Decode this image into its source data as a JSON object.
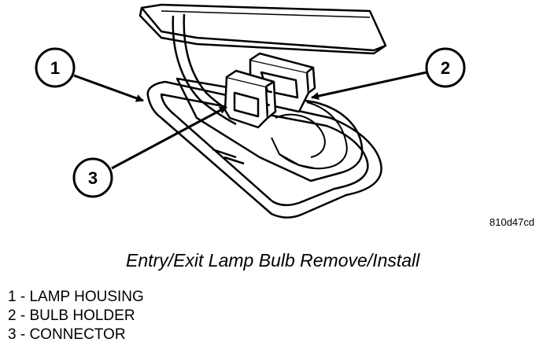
{
  "callouts": [
    {
      "number": "1"
    },
    {
      "number": "2"
    },
    {
      "number": "3"
    }
  ],
  "figure_id": "810d47cd",
  "caption": "Entry/Exit Lamp Bulb Remove/Install",
  "legend": [
    "1 - LAMP HOUSING",
    "2 - BULB HOLDER",
    "3 - CONNECTOR"
  ],
  "colors": {
    "line": "#000000",
    "fill": "#ffffff"
  }
}
